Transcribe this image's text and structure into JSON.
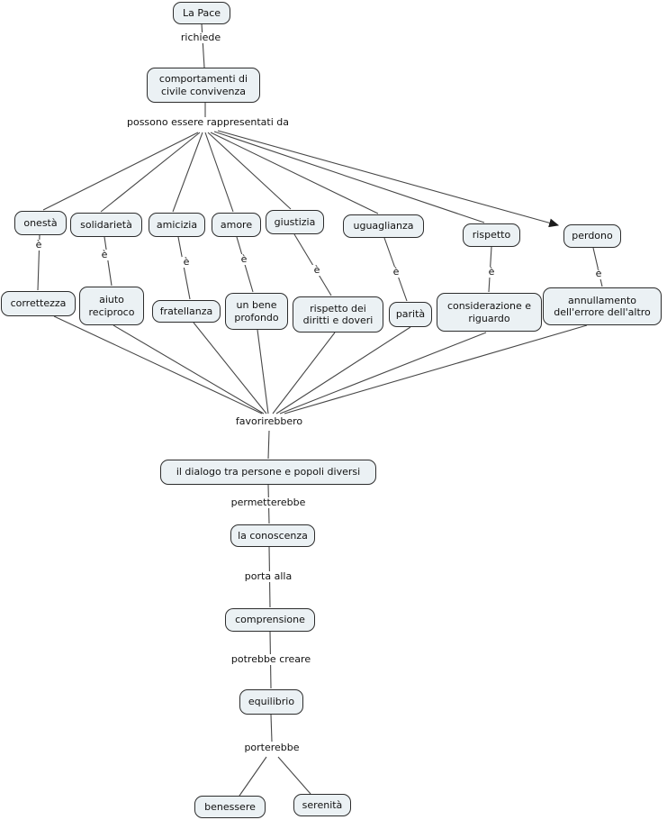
{
  "diagram": {
    "type": "concept-map",
    "language": "it",
    "root": "La Pace"
  },
  "colors": {
    "background": "#ffffff",
    "node_fill": "#ebf1f4",
    "node_border": "#2d2d2d",
    "line": "#474747",
    "text": "#111111"
  },
  "nodes": {
    "la_pace": "La Pace",
    "comportamenti": "comportamenti di civile convivenza",
    "onesta": "onestà",
    "solidarieta": "solidarietà",
    "amicizia": "amicizia",
    "amore": "amore",
    "giustizia": "giustizia",
    "uguaglianza": "uguaglianza",
    "rispetto": "rispetto",
    "perdono": "perdono",
    "correttezza": "correttezza",
    "aiuto": "aiuto reciproco",
    "fratellanza": "fratellanza",
    "bene": "un bene profondo",
    "diritti": "rispetto dei diritti e doveri",
    "parita": "parità",
    "considerazione": "considerazione e riguardo",
    "annullamento": "annullamento dell'errore dell'altro",
    "dialogo": "il dialogo tra persone e popoli diversi",
    "conoscenza": "la conoscenza",
    "comprensione": "comprensione",
    "equilibrio": "equilibrio",
    "benessere": "benessere",
    "serenita": "serenità"
  },
  "labels": {
    "richiede": "richiede",
    "rappresentati": "possono essere rappresentati da",
    "e": "è",
    "favorirebbero": "favorirebbero",
    "permetterebbe": "permetterebbe",
    "porta_alla": "porta alla",
    "potrebbe_creare": "potrebbe creare",
    "porterebbe": "porterebbe"
  }
}
